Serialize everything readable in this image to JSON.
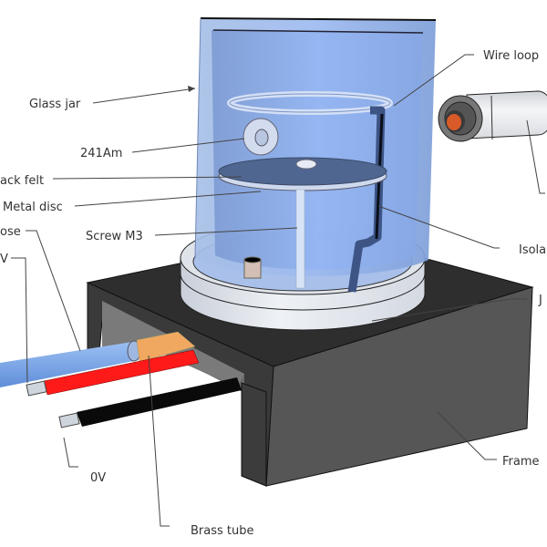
{
  "diagram": {
    "title": "Ionization chamber assembly",
    "colors": {
      "jar_outer": "#a9bde0",
      "jar_inner": "#8fb0ec",
      "frame_top": "#2e2e2e",
      "frame_side": "#555555",
      "ring": "#e4e8ef",
      "hose": "#7aa5e8",
      "red_wire": "#ff1a1a",
      "black_wire": "#0a0a0a",
      "brass": "#f0a860",
      "felt": "#4f6690",
      "source_core": "#d85a28"
    },
    "labels": {
      "glass_jar": "Glass jar",
      "am241": "241Am",
      "black_felt": "ack felt",
      "metal_disc": "Metal disc",
      "screw": "Screw M3",
      "hose": "ose",
      "hv": "V",
      "wire_loop": "Wire loop",
      "isolation": "Isola",
      "jar_holder": "J",
      "frame": "Frame",
      "zero_v": "0V",
      "brass_tube": "Brass tube"
    }
  }
}
